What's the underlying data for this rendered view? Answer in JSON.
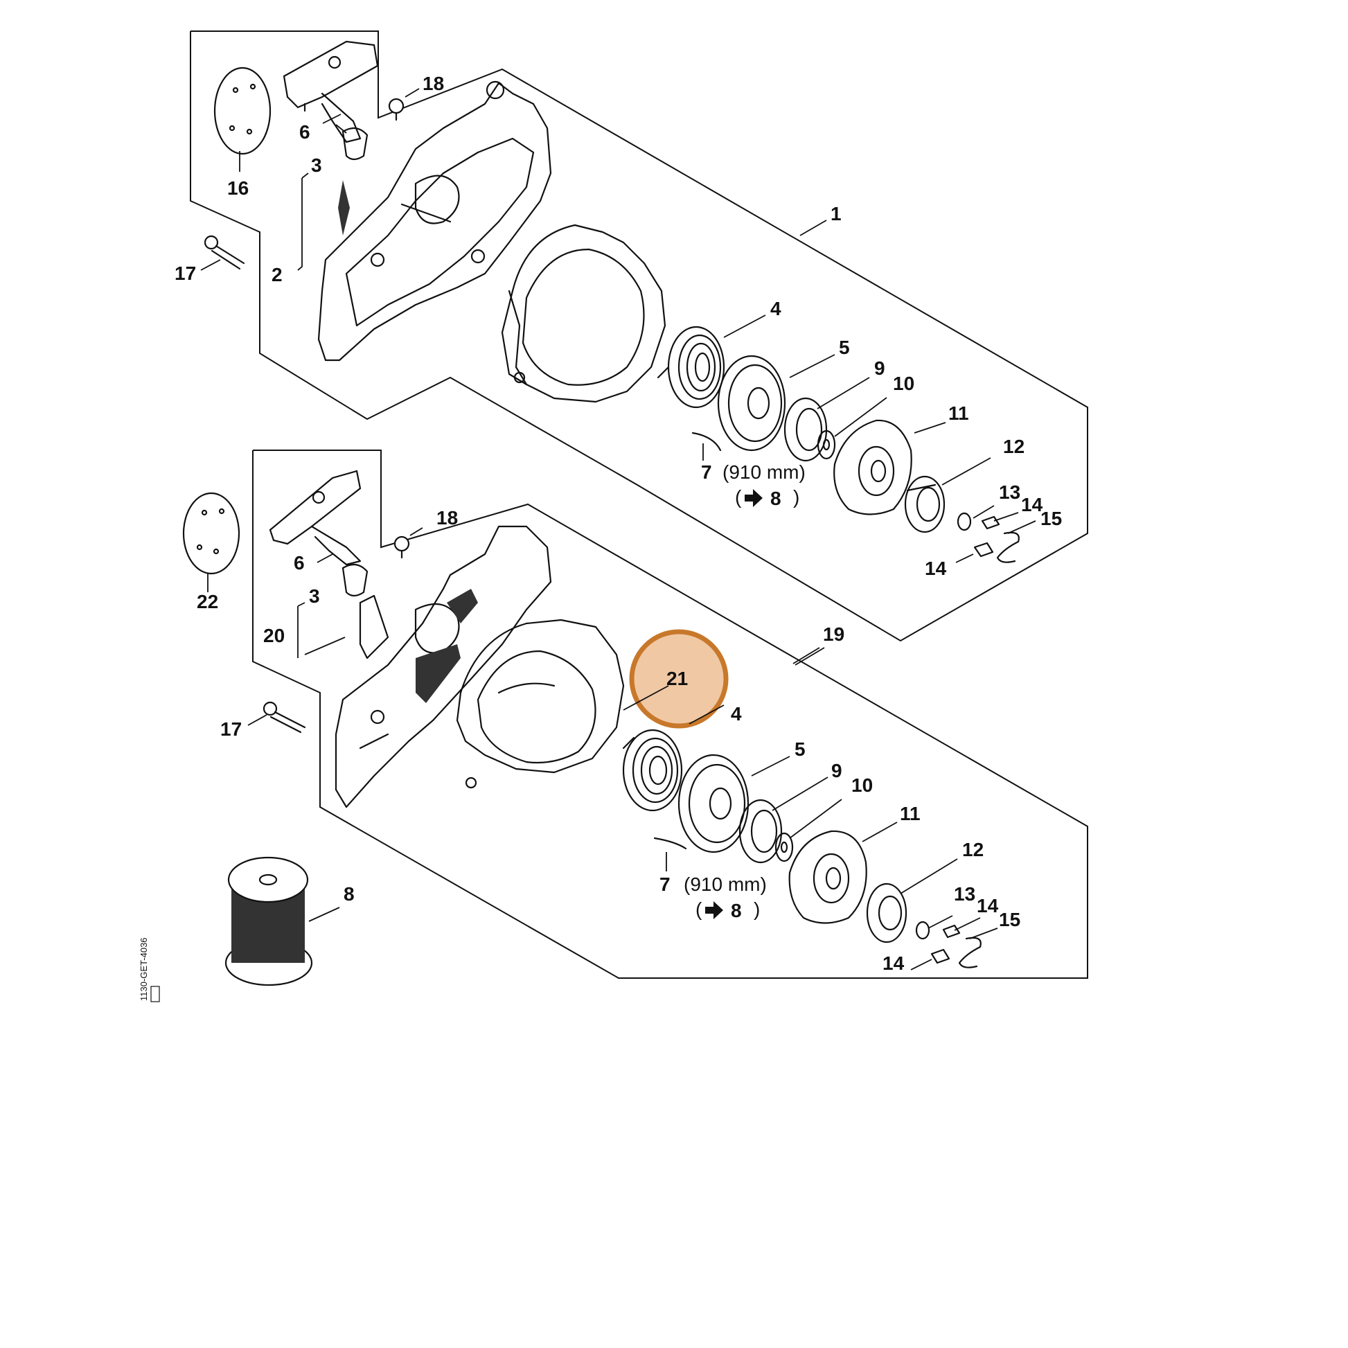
{
  "highlight_color": "#c8782a",
  "highlight_fill": "#f0c8a4",
  "doc_code": "1130-GET-4036",
  "upper": {
    "labels": {
      "c1": "1",
      "c2": "2",
      "c3": "3",
      "c4": "4",
      "c5": "5",
      "c6": "6",
      "c7": "7",
      "c9": "9",
      "c10": "10",
      "c11": "11",
      "c12": "12",
      "c13": "13",
      "c14a": "14",
      "c14b": "14",
      "c15": "15",
      "c16": "16",
      "c17": "17",
      "c18": "18"
    },
    "rope_length": "(910 mm)",
    "rope_ref_open": "(",
    "rope_ref_num": "8",
    "rope_ref_close": ")"
  },
  "lower": {
    "labels": {
      "c3": "3",
      "c4": "4",
      "c5": "5",
      "c6": "6",
      "c7": "7",
      "c8": "8",
      "c9": "9",
      "c10": "10",
      "c11": "11",
      "c12": "12",
      "c13": "13",
      "c14a": "14",
      "c14b": "14",
      "c15": "15",
      "c17": "17",
      "c18": "18",
      "c19": "19",
      "c20": "20",
      "c21": "21",
      "c22": "22"
    },
    "rope_length": "(910 mm)",
    "rope_ref_open": "(",
    "rope_ref_num": "8",
    "rope_ref_close": ")"
  }
}
